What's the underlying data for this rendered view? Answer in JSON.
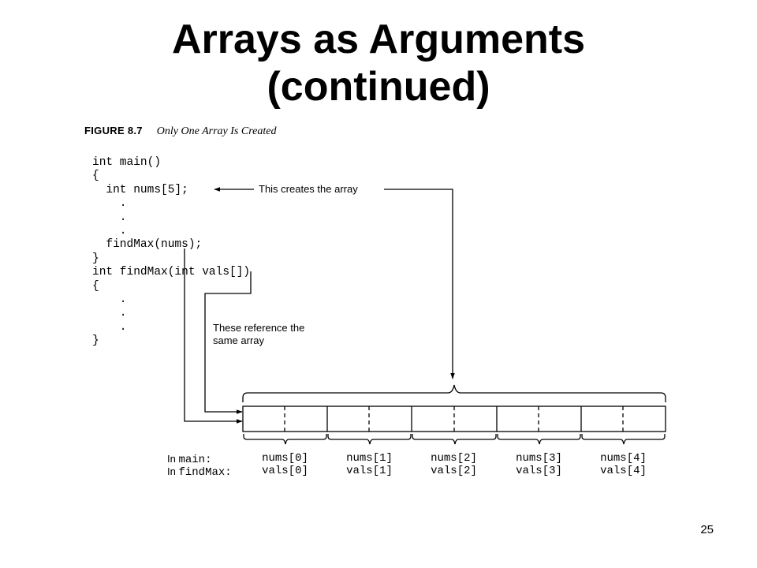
{
  "slide": {
    "title_lines": [
      "Arrays as Arguments",
      "(continued)"
    ],
    "page_number": "25"
  },
  "figure": {
    "number": "FIGURE 8.7",
    "description": "Only One Array Is Created"
  },
  "code_lines": [
    "int main()",
    "{",
    "  int nums[5];",
    "    .",
    "    .",
    "    .",
    "  findMax(nums);",
    "}",
    "int findMax(int vals[])",
    "{",
    "    .",
    "    .",
    "    .",
    "}"
  ],
  "annotations": {
    "creates": "This creates the array",
    "reference_lines": [
      "These reference the",
      "same array"
    ]
  },
  "row_labels": {
    "main_prefix": "In ",
    "main_func": "main:",
    "findmax_prefix": "In ",
    "findmax_func": "findMax:"
  },
  "elements": [
    {
      "main": "nums[0]",
      "findmax": "vals[0]"
    },
    {
      "main": "nums[1]",
      "findmax": "vals[1]"
    },
    {
      "main": "nums[2]",
      "findmax": "vals[2]"
    },
    {
      "main": "nums[3]",
      "findmax": "vals[3]"
    },
    {
      "main": "nums[4]",
      "findmax": "vals[4]"
    }
  ],
  "colors": {
    "ink": "#000000",
    "background": "#ffffff"
  }
}
